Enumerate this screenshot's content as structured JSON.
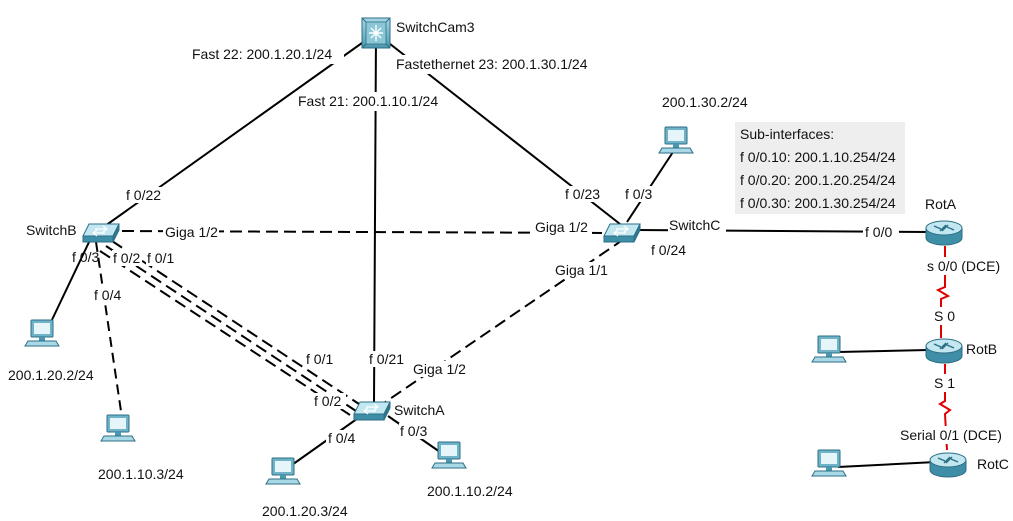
{
  "devices": {
    "switchcam3": "SwitchCam3",
    "switchb": "SwitchB",
    "switchc": "SwitchC",
    "switcha": "SwitchA",
    "rota": "RotA",
    "rotb": "RotB",
    "rotc": "RotC"
  },
  "links": {
    "cam_fast22": "Fast 22: 200.1.20.1/24",
    "cam_fast23": "Fastethernet 23: 200.1.30.1/24",
    "cam_fast21": "Fast 21: 200.1.10.1/24",
    "b_f022": "f 0/22",
    "b_giga12": "Giga 1/2",
    "b_f03": "f 0/3",
    "b_f02": "f 0/2",
    "b_f01": "f 0/1",
    "b_f04": "f 0/4",
    "c_f023": "f 0/23",
    "c_f03": "f 0/3",
    "c_giga12": "Giga 1/2",
    "c_f024": "f 0/24",
    "c_giga11": "Giga 1/1",
    "a_f01": "f 0/1",
    "a_f02": "f 0/2",
    "a_f021": "f 0/21",
    "a_giga12": "Giga 1/2",
    "a_f04": "f 0/4",
    "a_f03": "f 0/3",
    "rota_f00": "f 0/0",
    "rota_s00": "s 0/0 (DCE)",
    "rotb_s0": "S 0",
    "rotb_s1": "S 1",
    "rotc_serial": "Serial 0/1 (DCE)"
  },
  "hosts": {
    "pc_c": "200.1.30.2/24",
    "pc_b1": "200.1.20.2/24",
    "pc_b2": "200.1.10.3/24",
    "pc_a1": "200.1.20.3/24",
    "pc_a2": "200.1.10.2/24"
  },
  "subinterfaces": {
    "title": "Sub-interfaces:",
    "lines": [
      "f 0/0.10: 200.1.10.254/24",
      "f 0/0.20: 200.1.20.254/24",
      "f 0/0.30: 200.1.30.254/24"
    ]
  },
  "colors": {
    "link": "#000000",
    "serial": "#e00000",
    "device_blue": "#3f8ea7",
    "device_light": "#8cc7d8"
  }
}
